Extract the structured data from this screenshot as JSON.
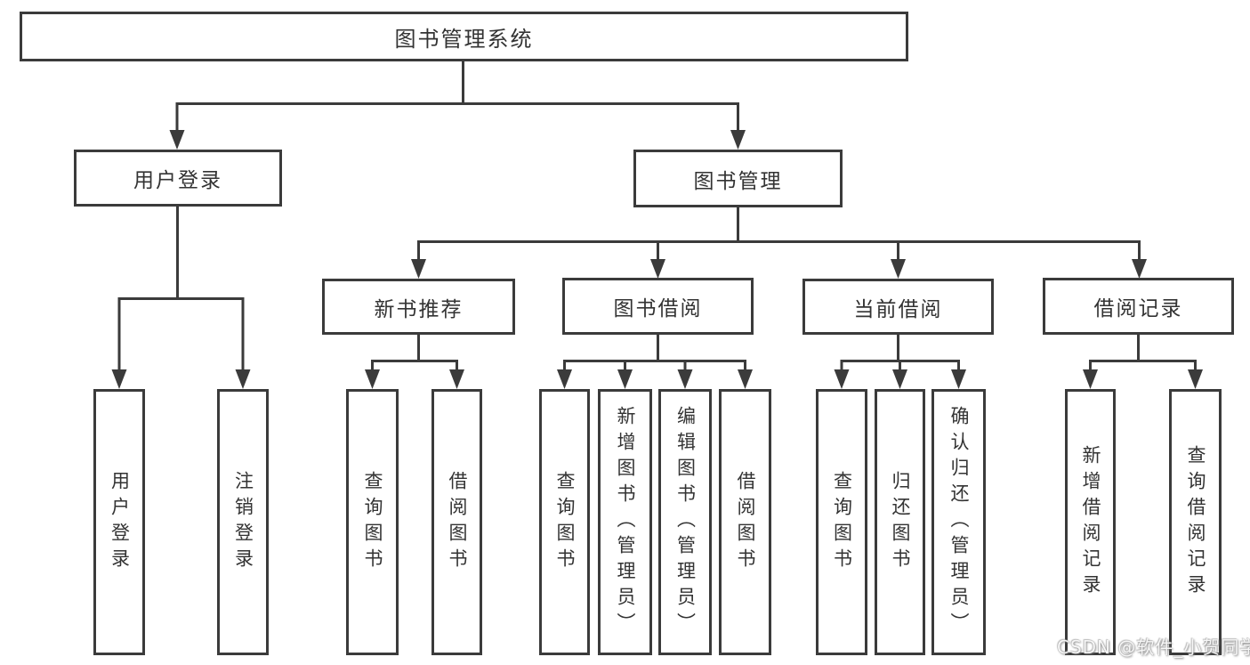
{
  "tree": {
    "root": "图书管理系统",
    "children": [
      {
        "label": "用户登录",
        "leaves": [
          "用户登录",
          "注销登录"
        ]
      },
      {
        "label": "图书管理",
        "children": [
          {
            "label": "新书推荐",
            "leaves": [
              "查询图书",
              "借阅图书"
            ]
          },
          {
            "label": "图书借阅",
            "leaves": [
              "查询图书",
              "新增图书（管理员）",
              "编辑图书（管理员）",
              "借阅图书"
            ]
          },
          {
            "label": "当前借阅",
            "leaves": [
              "查询图书",
              "归还图书",
              "确认归还（管理员）"
            ]
          },
          {
            "label": "借阅记录",
            "leaves": [
              "新增借阅记录",
              "查询借阅记录"
            ]
          }
        ]
      }
    ]
  },
  "watermark": "CSDN @软件_小贺同学",
  "colors": {
    "line": "#3b3b3b",
    "text": "#333333",
    "background": "#ffffff",
    "watermark_text": "#fcfcfc"
  }
}
